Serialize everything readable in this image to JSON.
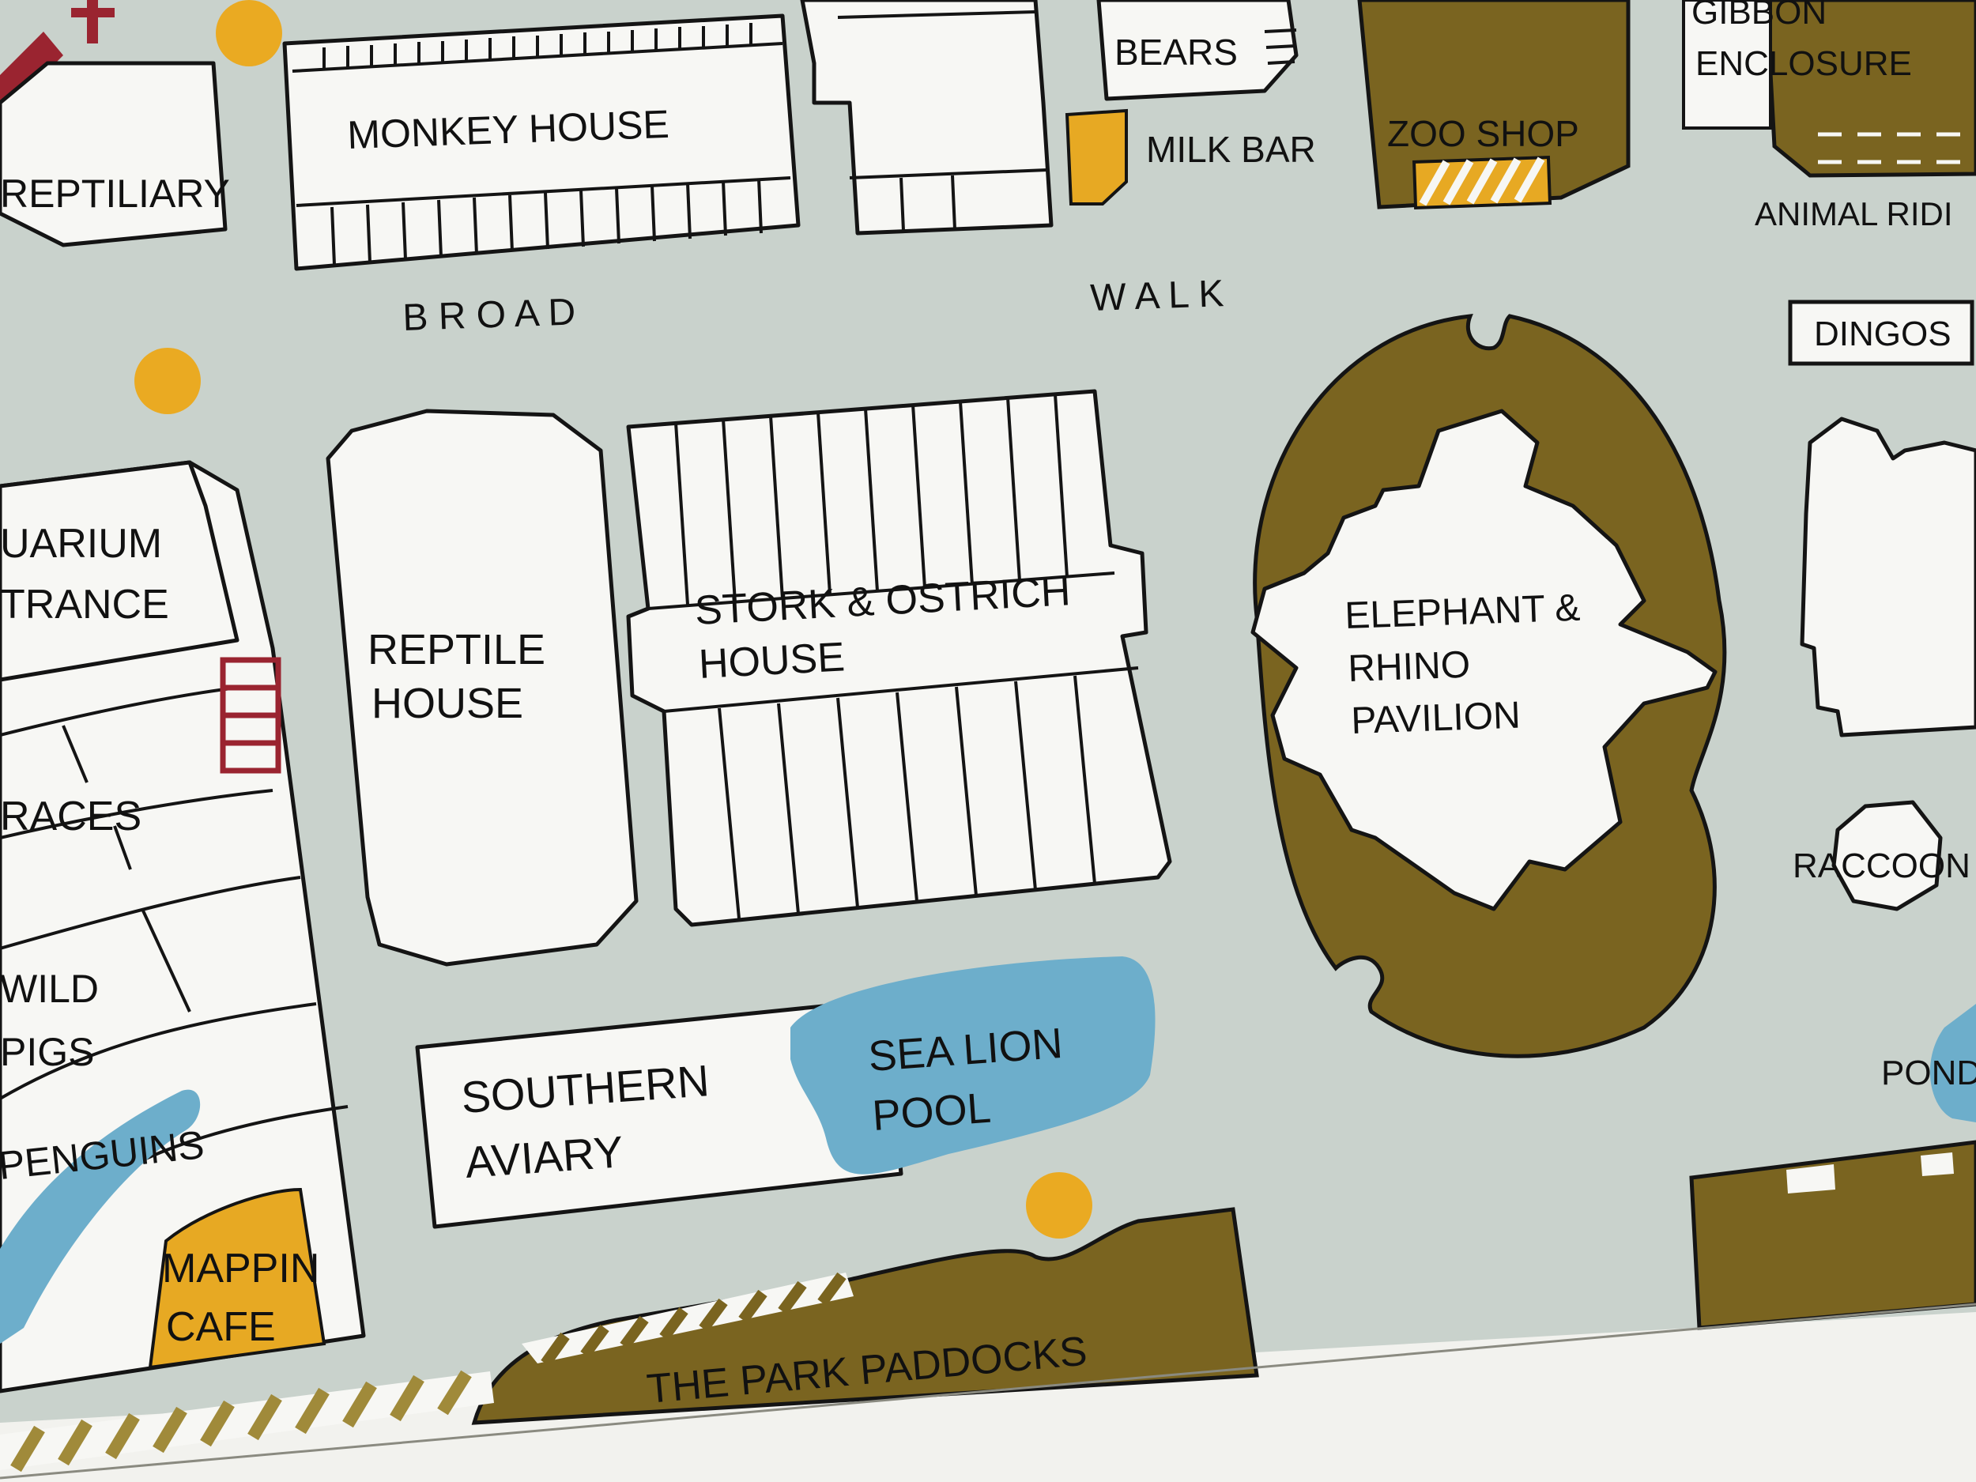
{
  "map": {
    "colors": {
      "ground": "#c9d2cc",
      "building": "#f7f7f4",
      "paddock": "#7a6420",
      "water": "#6daecb",
      "amenity": "#e7a923",
      "marker": "#eaaa22",
      "outline": "#141414",
      "accent_red": "#9a2430"
    },
    "path_label": {
      "part1": "B R O A D",
      "part2": "W A L K"
    },
    "top_labels": {
      "reptiliary": "REPTILIARY",
      "monkey_house": "MONKEY HOUSE",
      "bears": "BEARS",
      "milk_bar": "MILK BAR",
      "zoo_shop": "ZOO SHOP",
      "gibbon_line1": "GIBBON",
      "gibbon_line2": "ENCLOSURE",
      "animal_riding": "ANIMAL RIDI",
      "dingos": "DINGOS"
    },
    "middle_labels": {
      "aquarium_line1": "UARIUM",
      "aquarium_line2": "TRANCE",
      "terraces": "RACES",
      "reptile_line1": "REPTILE",
      "reptile_line2": "HOUSE",
      "stork_line1": "STORK & OSTRICH",
      "stork_line2": "HOUSE",
      "elephant_line1": "ELEPHANT &",
      "elephant_line2": "RHINO",
      "elephant_line3": "PAVILION",
      "raccoons": "RACCOON"
    },
    "bottom_labels": {
      "wild_pigs_line1": "WILD",
      "wild_pigs_line2": "PIGS",
      "penguins": "PENGUINS",
      "southern_line1": "SOUTHERN",
      "southern_line2": "AVIARY",
      "sea_lion_line1": "SEA LION",
      "sea_lion_line2": "POOL",
      "mappin_line1": "MAPPIN",
      "mappin_line2": "CAFE",
      "park_paddocks": "THE PARK PADDOCKS",
      "pond": "POND"
    }
  }
}
